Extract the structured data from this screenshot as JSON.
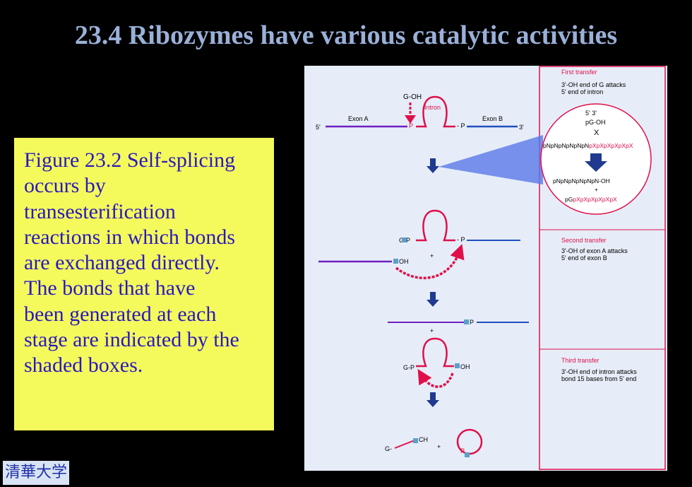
{
  "title": "23.4 Ribozymes have various catalytic activities",
  "caption": "Figure 23.2 Self-splicing\noccurs by\ntransesterification\nreactions in which bonds\nare exchanged directly.\nThe bonds that have\nbeen generated at each\nstage are indicated by the\nshaded boxes.",
  "logo": "清華大学",
  "diagram": {
    "g_oh": "G-OH",
    "intron": "Intron",
    "exon_a": "Exon A",
    "exon_b": "Exon B",
    "five_prime": "5'",
    "three_prime": "3'",
    "p": "P",
    "dash_p": "- P",
    "g_p": "G-P",
    "oh": "OH",
    "plus": "+",
    "gp_short": "G-P",
    "ch": "CH",
    "g_dash": "G-"
  },
  "panels": {
    "first": {
      "title": "First transfer",
      "line1": "3'-OH end of G attacks",
      "line2": "5' end of intron",
      "circle_53": "5'   3'",
      "circle_pgoh": "pG-OH",
      "circle_x": "X",
      "seq_top_black": "pNpNpNpNpNpN",
      "seq_top_red": "pXpXpXpXpXpX",
      "seq_bottom": "pNpNpNpNpNpN-OH",
      "circle_plus": "+",
      "seq_pg_black": "pG",
      "seq_pg_red": "pXpXpXpXpXpX"
    },
    "second": {
      "title": "Second transfer",
      "line1": "3'-OH of exon A attacks",
      "line2": "5' end of exon B"
    },
    "third": {
      "title": "Third transfer",
      "line1": "3'-OH end of intron attacks",
      "line2": "bond 15 bases from 5' end"
    }
  },
  "colors": {
    "title": "#9ab0d8",
    "caption_bg": "#f4fa5c",
    "caption_text": "#2a18c0",
    "exon_a": "#7020c0",
    "exon_b": "#2050c0",
    "intron": "#e0104a",
    "arrow": "#203a90"
  }
}
